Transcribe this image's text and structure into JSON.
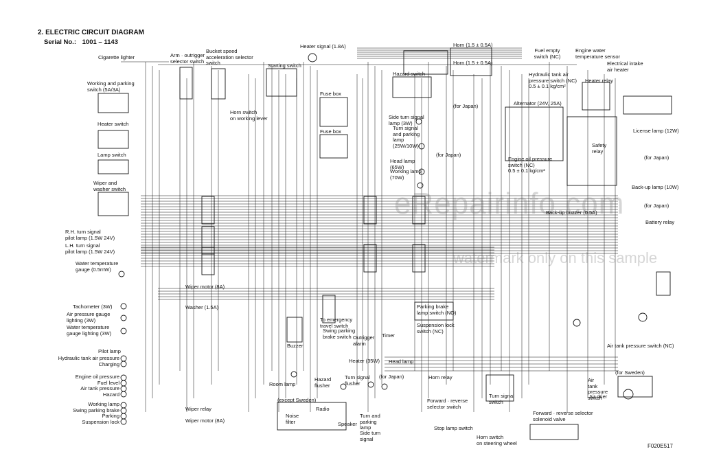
{
  "header": {
    "title": "2. ELECTRIC CIRCUIT DIAGRAM",
    "serial_label": "Serial No.:",
    "serial_range": "1001 – 1143",
    "figure_code": "F020E517"
  },
  "watermark": {
    "main": "eRepairinfo.com",
    "sub": "watermark only on this sample",
    "color": "#9a9a9a"
  },
  "colors": {
    "ink": "#111111",
    "paper": "#ffffff"
  },
  "components": {
    "cigarette_lighter": "Cigarette lighter",
    "arm_outrigger": "Arm · outrigger\nselector switch",
    "bucket_speed": "Bucket speed\nacceleration selector\nswitch",
    "working_parking": "Working and parking\nswitch (5A/3A)",
    "heater_switch": "Heater switch",
    "lamp_switch": "Lamp switch",
    "wiper_washer_switch": "Wiper and\nwasher switch",
    "rh_turn": "R.H. turn signal\npilot lamp (1.5W 24V)",
    "lh_turn": "L.H. turn signal\npilot lamp (1.5W 24V)",
    "water_temp_gauge": "Water temperature\ngauge (0.5mW)",
    "tachometer": "Tachometer (3W)",
    "air_pressure_gauge": "Air pressure gauge\nlighting (3W)",
    "water_temp_lighting": "Water temperature\ngauge lighting (3W)",
    "pilot_lamp": "Pilot lamp",
    "pilot_items": "Hydraulic tank air pressure\nCharging",
    "pilot_items_2": "Engine oil pressure\nFuel level\nAir tank pressure\nHazard",
    "pilot_items_3": "Working lamp\nSwing parking brake\nParking\nSuspension lock",
    "heater_signal": "Heater signal (1.8A)",
    "starting_switch": "Starting switch",
    "fuse_box_1": "Fuse box",
    "fuse_box_2": "Fuse box",
    "horn_switch": "Horn switch\non working lever",
    "horn_1": "Horn (1.5 ± 0.5A)",
    "horn_2": "Horn (1.5 ± 0.5A)",
    "hazard_switch": "Hazard switch",
    "for_japan_1": "(for Japan)",
    "side_turn_lamp": "Side turn signal\nlamp (3W)",
    "turn_parking_lamp": "Turn signal\nand parking\nlamp\n(25W/10W)",
    "head_lamp": "Head lamp\n(65W)",
    "for_japan_2": "(for Japan)",
    "working_lamp_70": "Working lamp\n(70W)",
    "fuel_empty": "Fuel empty\nswitch (NC)",
    "engine_water_sensor": "Engine water\ntemperature sensor",
    "hyd_tank_switch": "Hydraulic tank air\npressure switch (NC)\n0.5 ± 0.1 kg/cm²",
    "elec_intake_heater": "Electrical intake\nair heater",
    "heater_relay": "Heater relay",
    "alternator": "Alternator (24V, 25A)",
    "license_lamp": "License lamp (12W)",
    "safety_relay": "Safety\nrelay",
    "for_japan_3": "(for Japan)",
    "engine_oil_switch": "Engine oil pressure\nswitch (NC)\n0.5 ± 0.1 kg/cm²",
    "backup_lamp": "Back-up lamp (10W)",
    "for_japan_4": "(for Japan)",
    "backup_buzzer": "Back-up buzzer (0.5A)",
    "battery_relay": "Battery relay",
    "wiper_motor_8a_1": "Wiper motor (8A)",
    "washer": "Washer (1.5A)",
    "buzzer": "Buzzer",
    "outrigger_alarm": "Outrigger\nalarm",
    "timer": "Timer",
    "parking_brake_switch": "Parking brake\nlamp switch (NO)",
    "suspension_lock_switch": "Suspension lock\nswitch (NC)",
    "emergency_travel": "To emergency\ntravel switch",
    "swing_parking_switch": "Swing parking\nbrake switch",
    "heater_35w": "Heater (35W)",
    "head_lamp_2": "Head lamp",
    "for_japan_5": "(for Japan)",
    "horn_relay": "Horn relay",
    "room_lamp": "Room lamp",
    "hazard_flusher": "Hazard\nflusher",
    "turn_flusher": "Turn signal\nflusher",
    "forward_reverse_switch": "Forward · reverse\nselector switch",
    "turn_signal_switch": "Turn signal\nswitch",
    "air_tank_switch": "Air tank pressure switch (NC)",
    "for_sweden": "(for Sweden)",
    "air_tank_switch_2": "Air\ntank\npressure\nswitch",
    "air_drier": "Air drier",
    "except_sweden": "(except Sweden)",
    "radio": "Radio",
    "noise_filter": "Noise\nfilter",
    "speaker": "Speaker",
    "wiper_motor_8a_2": "Wiper motor (8A)",
    "wiper_relay": "Wiper relay",
    "turn_parking_lamp_2": "Turn and\nparking\nlamp",
    "side_turn_signal": "Side turn\nsignal",
    "stop_lamp_switch": "Stop lamp switch",
    "horn_switch_wheel": "Horn switch\non steering wheel",
    "fr_solenoid": "Forward · reverse selector\nsolenoid valve"
  }
}
